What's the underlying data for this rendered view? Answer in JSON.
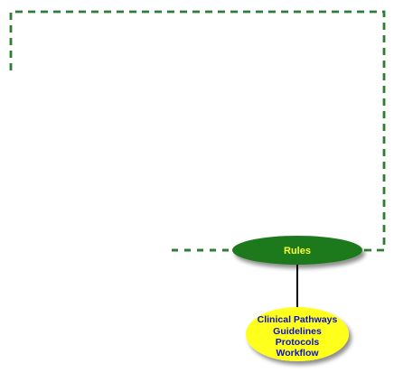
{
  "colors": {
    "connector_dashed": "#2e7d32",
    "rules_fill": "#1f7a1f",
    "rules_text": "#ffff33",
    "detail_fill": "#ffff1a",
    "detail_text": "#0b10c8",
    "link_line": "#000000",
    "background": "#ffffff"
  },
  "nodes": {
    "rules": {
      "label": "Rules"
    },
    "details": {
      "lines": [
        "Clinical Pathways",
        "Guidelines",
        "Protocols",
        "Workflow"
      ]
    }
  }
}
